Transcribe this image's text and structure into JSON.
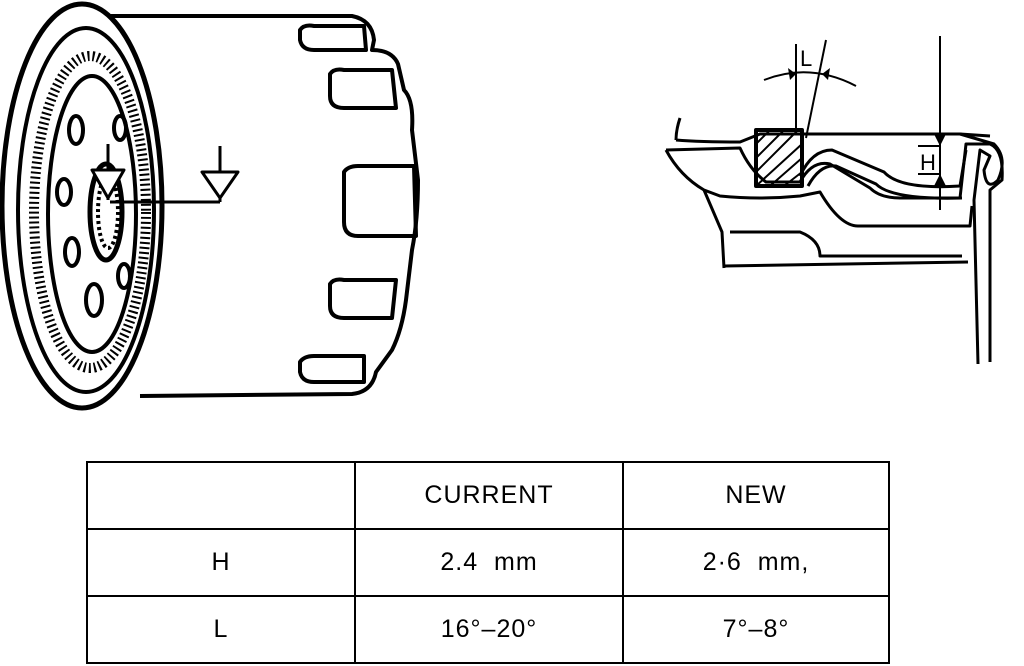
{
  "diagram": {
    "h_label": "H",
    "l_label": "L"
  },
  "table": {
    "headers": [
      "",
      "CURRENT",
      "NEW"
    ],
    "rows": [
      {
        "param": "H",
        "current": "2.4  mm",
        "new": "2·6  mm,"
      },
      {
        "param": "L",
        "current": "16°–20°",
        "new": "7°–8°"
      }
    ]
  }
}
